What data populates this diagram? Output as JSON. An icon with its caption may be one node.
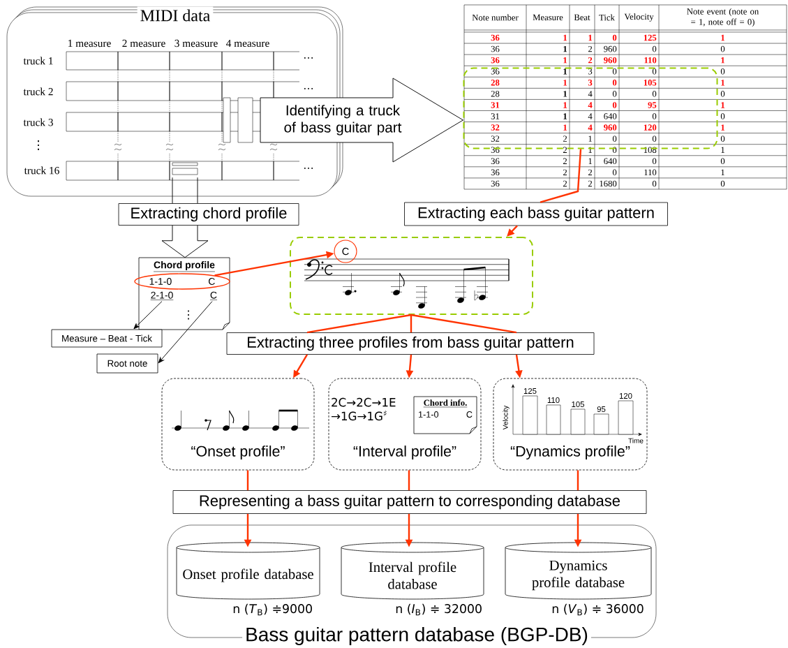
{
  "diagram": {
    "nodes": [
      {
        "text": [
          "MIDI data"
        ]
      },
      {
        "text": [],
        "shape": "box"
      },
      {
        "text": [
          "Extracting chord profile"
        ]
      },
      {
        "text": [
          "Extracting each bass guitar pattern"
        ]
      },
      {
        "text": [
          "Chord profile"
        ]
      },
      {
        "text": [
          "1-1-0",
          "C"
        ],
        "in": 4
      },
      {
        "text": [
          "2-1-0"
        ],
        "in": 4
      },
      {
        "text": [
          "C"
        ],
        "in": 4
      },
      {
        "text": [
          "Measure – Beat - Tick"
        ]
      },
      {
        "text": [
          "Root note"
        ]
      },
      {
        "text": [],
        "shape": "box"
      },
      {
        "text": [
          "C"
        ],
        "in": 10
      },
      {
        "text": [
          "Extracting three profiles from bass guitar pattern"
        ]
      },
      {
        "text": [
          "“Onset profile”"
        ]
      },
      {
        "text": [
          "2C→2C→1E →1G→1G$^{♯}$",
          "“Interval profile”"
        ]
      },
      {
        "text": [
          "Chord info.",
          "1-1-0",
          "C"
        ],
        "in": 14
      },
      {
        "text": [
          "“Dynamics profile”"
        ]
      },
      {
        "text": [
          "Representing a bass guitar pattern to corresponding database"
        ]
      },
      {
        "text": [
          "Bass guitar pattern database (BGP-DB)"
        ]
      },
      {
        "text": [
          "Onset profile database"
        ],
        "beside": [
          "n (*T*$_{B}$) ≑9000"
        ],
        "in": 18
      },
      {
        "text": [
          "Interval profile database"
        ],
        "beside": [
          "n (*I*$_{B}$) ≑ 32000"
        ],
        "in": 18
      },
      {
        "text": [
          "Dynamics profile database"
        ],
        "beside": [
          "n (*V*$_{B}$) ≑ 36000"
        ],
        "in": 18
      }
    ],
    "edges": [
      {
        "from": 0,
        "to": 1,
        "arrow": "to",
        "label": "Identifying a truck of bass guitar part",
        "color": "#000000"
      },
      {
        "from": 0,
        "to": 2,
        "arrow": "none",
        "color": "#000000"
      },
      {
        "from": 2,
        "to": 4,
        "arrow": "to",
        "color": "#000000"
      },
      {
        "from": 1,
        "to": 3,
        "arrow": "none"
      },
      {
        "from": 3,
        "to": 10,
        "arrow": "to"
      },
      {
        "from": 5,
        "to": 11,
        "arrow": "to"
      },
      {
        "from": 6,
        "to": 8,
        "arrow": "to",
        "color": "#000000"
      },
      {
        "from": 7,
        "to": 9,
        "arrow": "to",
        "color": "#000000"
      },
      {
        "from": 10,
        "to": 12,
        "arrow": "none"
      },
      {
        "from": 10,
        "to": 12,
        "arrow": "none"
      },
      {
        "from": 10,
        "to": 12,
        "arrow": "none"
      },
      {
        "from": 12,
        "to": 13,
        "arrow": "to"
      },
      {
        "from": 12,
        "to": 14,
        "arrow": "to"
      },
      {
        "from": 12,
        "to": 16,
        "arrow": "to"
      },
      {
        "from": 13,
        "to": 17,
        "arrow": "none"
      },
      {
        "from": 14,
        "to": 17,
        "arrow": "none"
      },
      {
        "from": 16,
        "to": 17,
        "arrow": "none"
      },
      {
        "from": 17,
        "to": 19,
        "arrow": "to"
      },
      {
        "from": 17,
        "to": 20,
        "arrow": "to"
      },
      {
        "from": 17,
        "to": 21,
        "arrow": "to"
      }
    ],
    "labels": [
      "1 measure",
      "2 measure",
      "3 measure",
      "4 measure",
      "truck 1",
      "…",
      "truck 2",
      "…",
      "truck 3",
      "⋮",
      "truck 16",
      "…",
      "Note number",
      "Measure",
      "Beat",
      "Tick",
      "Velocity",
      "Note event (note on = 1, note off = 0)",
      "36",
      "1",
      "1",
      "0",
      "125",
      "1",
      "36",
      "1",
      "2",
      "960",
      "0",
      "0",
      "36",
      "1",
      "2",
      "960",
      "110",
      "1",
      "36",
      "1",
      "3",
      "0",
      "0",
      "0",
      "28",
      "1",
      "3",
      "0",
      "105",
      "1",
      "28",
      "1",
      "4",
      "0",
      "0",
      "0",
      "31",
      "1",
      "4",
      "0",
      "95",
      "1",
      "31",
      "1",
      "4",
      "640",
      "0",
      "0",
      "32",
      "1",
      "4",
      "960",
      "120",
      "1",
      "32",
      "2",
      "1",
      "0",
      "0",
      "0",
      "36",
      "2",
      "1",
      "0",
      "108",
      "1",
      "36",
      "2",
      "1",
      "640",
      "0",
      "0",
      "36",
      "2",
      "2",
      "0",
      "110",
      "1",
      "36",
      "2",
      "2",
      "1680",
      "0",
      "0",
      "⋮",
      "Velocity",
      "125",
      "110",
      "105",
      "95",
      "120",
      "Time"
    ]
  }
}
